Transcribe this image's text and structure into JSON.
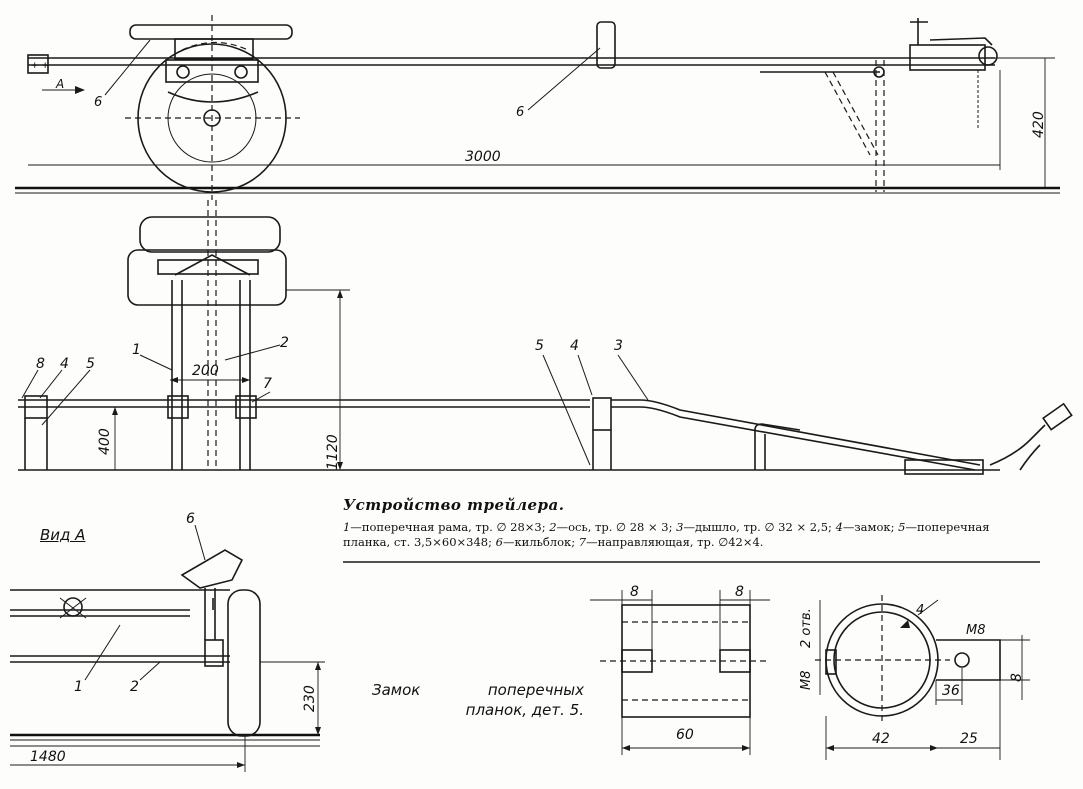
{
  "caption": {
    "title": "Устройство трейлера.",
    "items": [
      {
        "num": "1",
        "text": "—поперечная рама, тр. ∅ 28×3;"
      },
      {
        "num": "2",
        "text": "—ось, тр. ∅ 28 × 3;"
      },
      {
        "num": "3",
        "text": "—дышло, тр. ∅ 32 × 2,5;"
      },
      {
        "num": "4",
        "text": "—замок;"
      },
      {
        "num": "5",
        "text": "—поперечная планка, ст. 3,5×60×348;"
      },
      {
        "num": "6",
        "text": "—кильблок;"
      },
      {
        "num": "7",
        "text": "—направляющая, тр. ∅42×4."
      }
    ]
  },
  "side_view": {
    "view_arrow": "A",
    "length_dim": "3000",
    "height_dim": "420",
    "callout_6a": "6",
    "callout_6b": "6"
  },
  "front_view": {
    "track_dim": "200",
    "height_dim": "1120",
    "frame_height_dim": "400",
    "callouts": [
      "1",
      "2",
      "7",
      "8",
      "4",
      "5",
      "5",
      "4",
      "3"
    ]
  },
  "view_a": {
    "title": "Вид А",
    "callout_6": "6",
    "callout_1": "1",
    "callout_2": "2",
    "dim_230": "230",
    "dim_1480": "1480"
  },
  "lock": {
    "caption": "Замок поперечных планок, дет. 5.",
    "dim_8a": "8",
    "dim_8b": "8",
    "dim_60": "60",
    "dim_holes": "2 отв.",
    "dim_m8_left": "M8",
    "dim_m8_right": "M8",
    "dim_4": "4",
    "dim_36": "36",
    "dim_8_right": "8",
    "dim_42": "42",
    "dim_25": "25"
  }
}
